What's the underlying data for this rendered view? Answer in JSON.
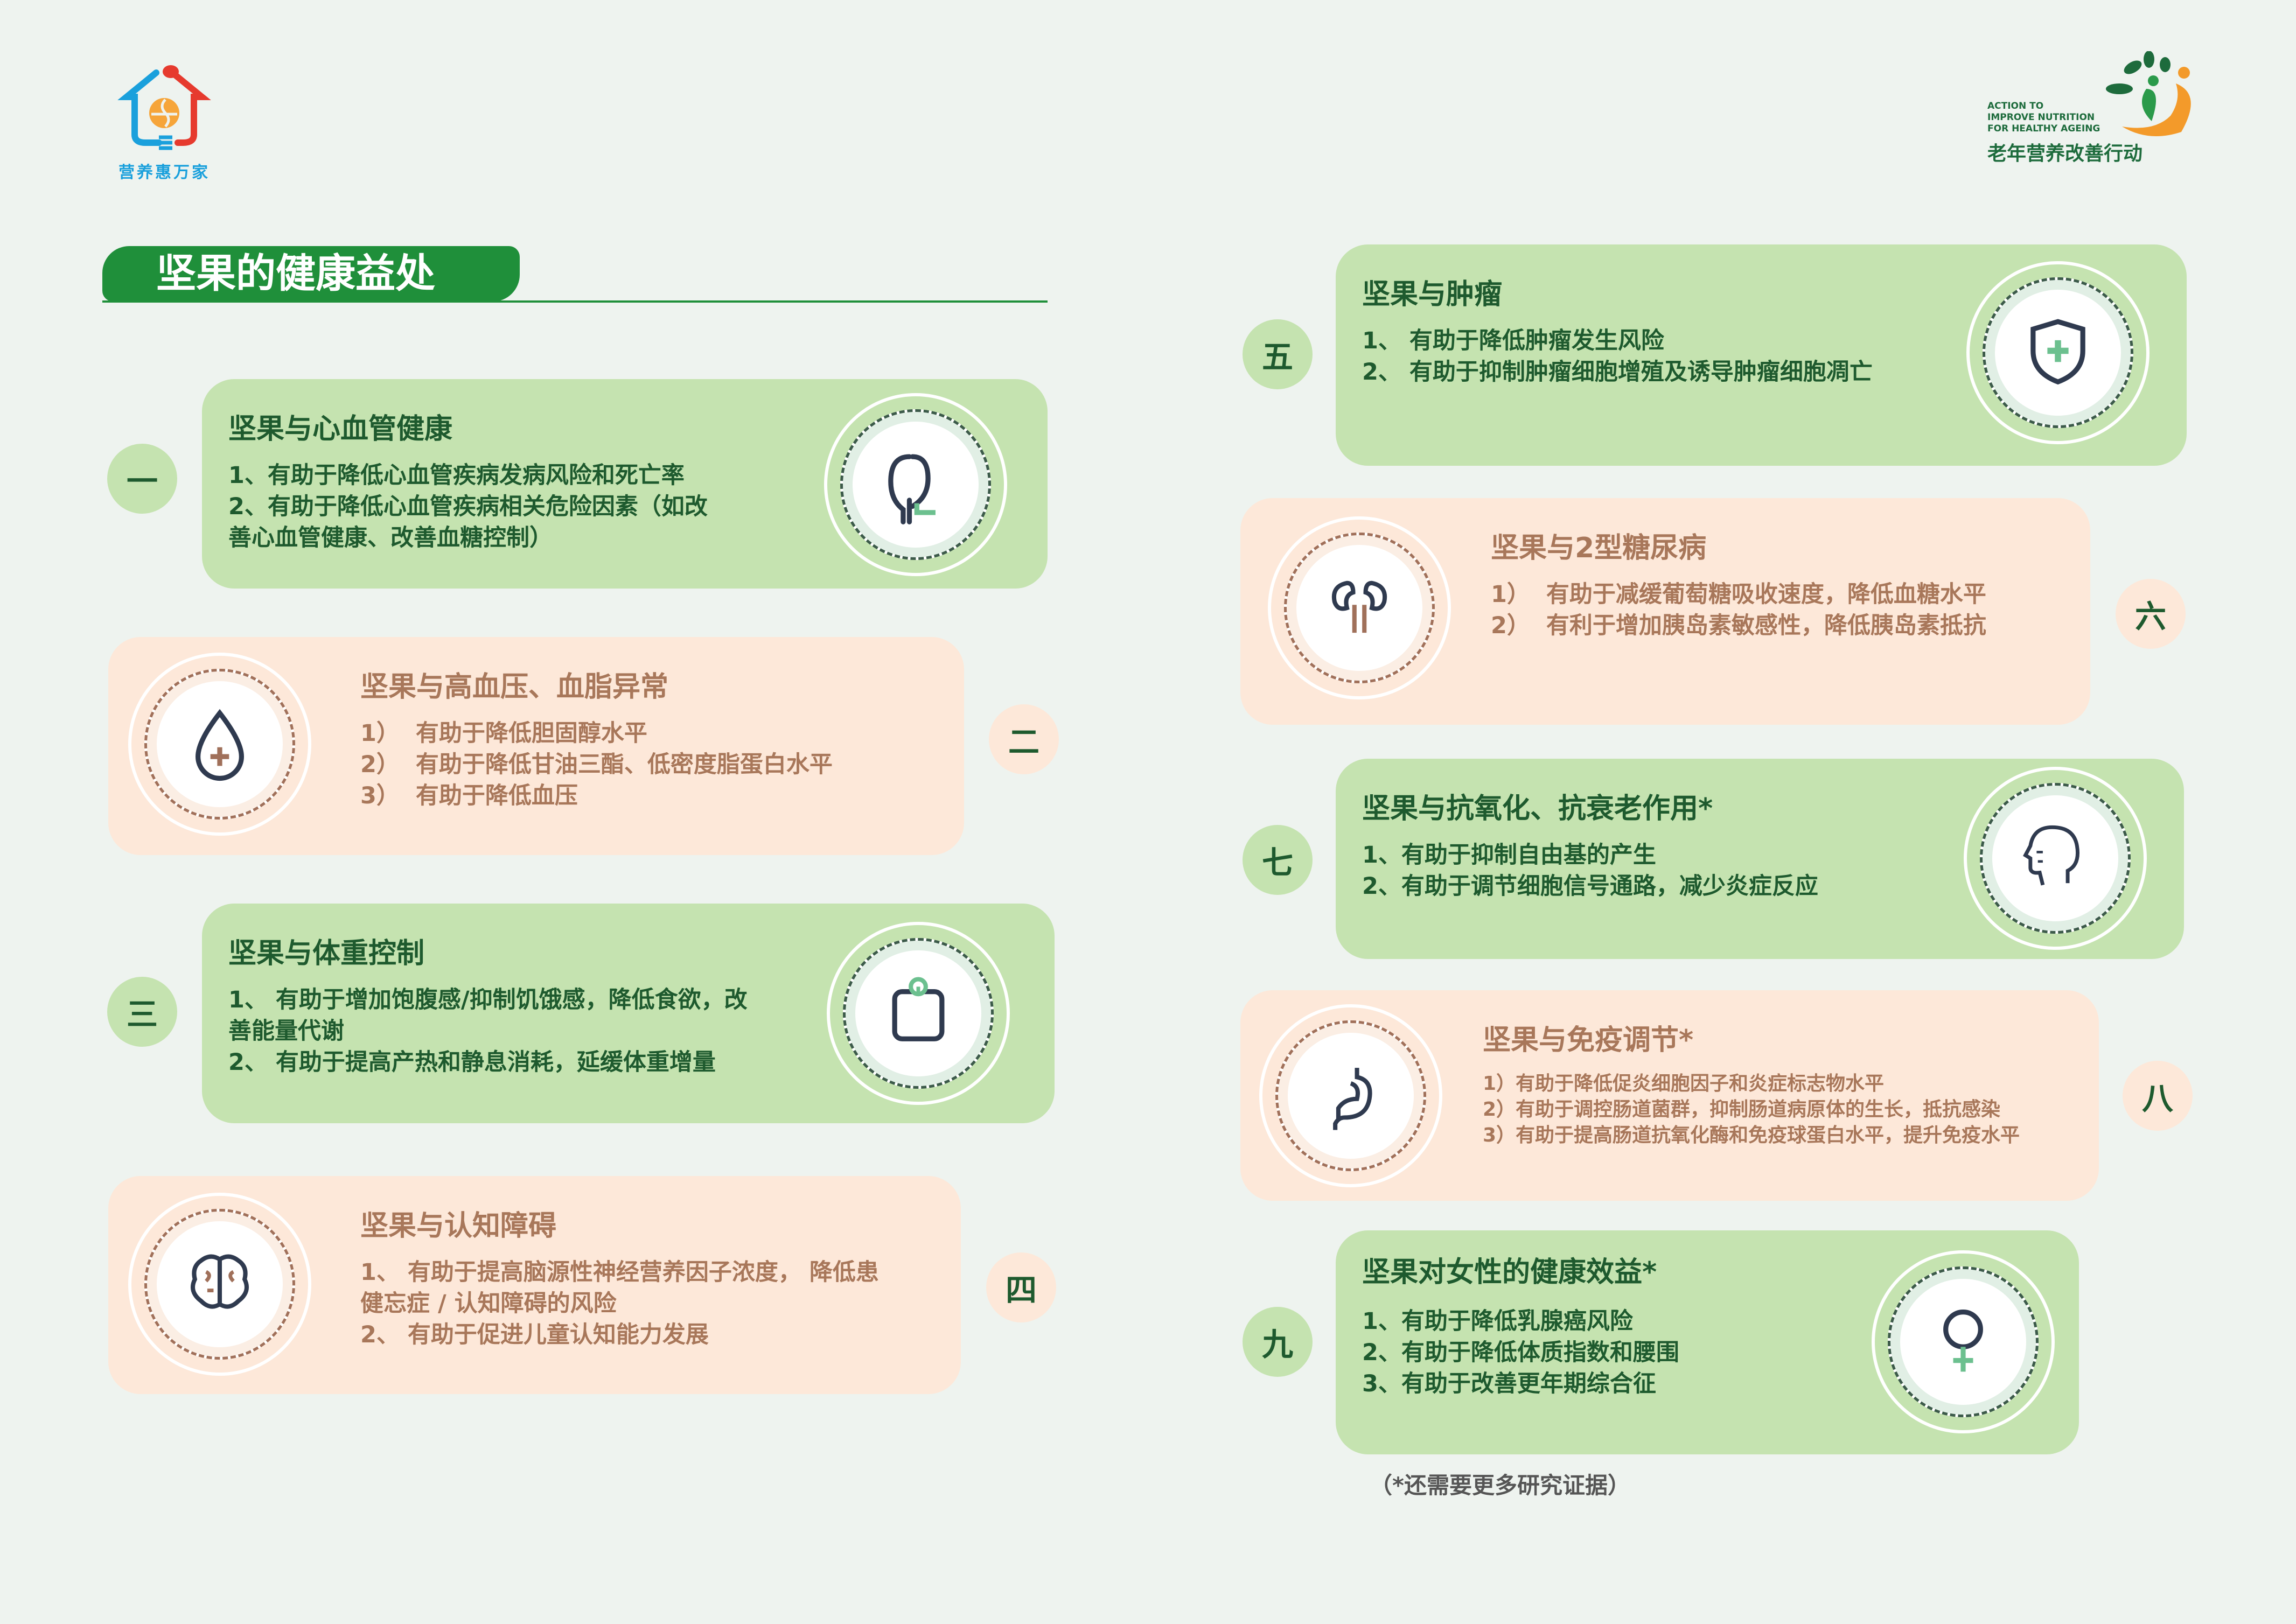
{
  "logo_left": {
    "text": "营养惠万家"
  },
  "logo_right": {
    "en_lines": [
      "ACTION TO",
      "IMPROVE NUTRITION",
      "FOR HEALTHY AGEING"
    ],
    "cn": "老年营养改善行动"
  },
  "banner": {
    "title": "坚果的健康益处"
  },
  "colors": {
    "green_card": "#c5e3b0",
    "peach_card": "#fde8d9",
    "green_text": "#1e5a2e",
    "peach_text": "#a8775a",
    "banner": "#1f8f3a"
  },
  "cards": [
    {
      "badge": "一",
      "theme": "green",
      "icon": "heart-icon",
      "title": "坚果与心血管健康",
      "lines": [
        "1、有助于降低心血管疾病发病风险和死亡率",
        "2、有助于降低心血管疾病相关危险因素（如改",
        "善心血管健康、改善血糖控制）"
      ]
    },
    {
      "badge": "二",
      "theme": "peach",
      "icon": "blood-drop-icon",
      "title": "坚果与高血压、血脂异常",
      "lines": [
        "1）  有助于降低胆固醇水平",
        "2）  有助于降低甘油三酯、低密度脂蛋白水平",
        "3）  有助于降低血压"
      ]
    },
    {
      "badge": "三",
      "theme": "green",
      "icon": "scale-icon",
      "title": "坚果与体重控制",
      "lines": [
        "1、 有助于增加饱腹感/抑制饥饿感，降低食欲，改",
        "善能量代谢",
        "2、 有助于提高产热和静息消耗，延缓体重增量"
      ]
    },
    {
      "badge": "四",
      "theme": "peach",
      "icon": "brain-icon",
      "title": "坚果与认知障碍",
      "lines": [
        "1、 有助于提高脑源性神经营养因子浓度， 降低患",
        "健忘症 / 认知障碍的风险",
        "2、 有助于促进儿童认知能力发展"
      ]
    },
    {
      "badge": "五",
      "theme": "green",
      "icon": "shield-cross-icon",
      "title": "坚果与肿瘤",
      "lines": [
        "1、 有助于降低肿瘤发生风险",
        "2、 有助于抑制肿瘤细胞增殖及诱导肿瘤细胞凋亡"
      ]
    },
    {
      "badge": "六",
      "theme": "peach",
      "icon": "kidney-icon",
      "title": "坚果与2型糖尿病",
      "lines": [
        "1）  有助于减缓葡萄糖吸收速度，降低血糖水平",
        "2）  有利于增加胰岛素敏感性，降低胰岛素抵抗"
      ]
    },
    {
      "badge": "七",
      "theme": "green",
      "icon": "head-profile-icon",
      "title": "坚果与抗氧化、抗衰老作用*",
      "lines": [
        "1、有助于抑制自由基的产生",
        "2、有助于调节细胞信号通路，减少炎症反应"
      ]
    },
    {
      "badge": "八",
      "theme": "peach",
      "icon": "stomach-icon",
      "title": "坚果与免疫调节*",
      "lines": [
        "1）有助于降低促炎细胞因子和炎症标志物水平",
        "2）有助于调控肠道菌群，抑制肠道病原体的生长，抵抗感染",
        "3）有助于提高肠道抗氧化酶和免疫球蛋白水平，提升免疫水平"
      ]
    },
    {
      "badge": "九",
      "theme": "green",
      "icon": "female-symbol-icon",
      "title": "坚果对女性的健康效益*",
      "lines": [
        "1、有助于降低乳腺癌风险",
        "2、有助于降低体质指数和腰围",
        "3、有助于改善更年期综合征"
      ]
    }
  ],
  "footnote": "（*还需要更多研究证据）"
}
